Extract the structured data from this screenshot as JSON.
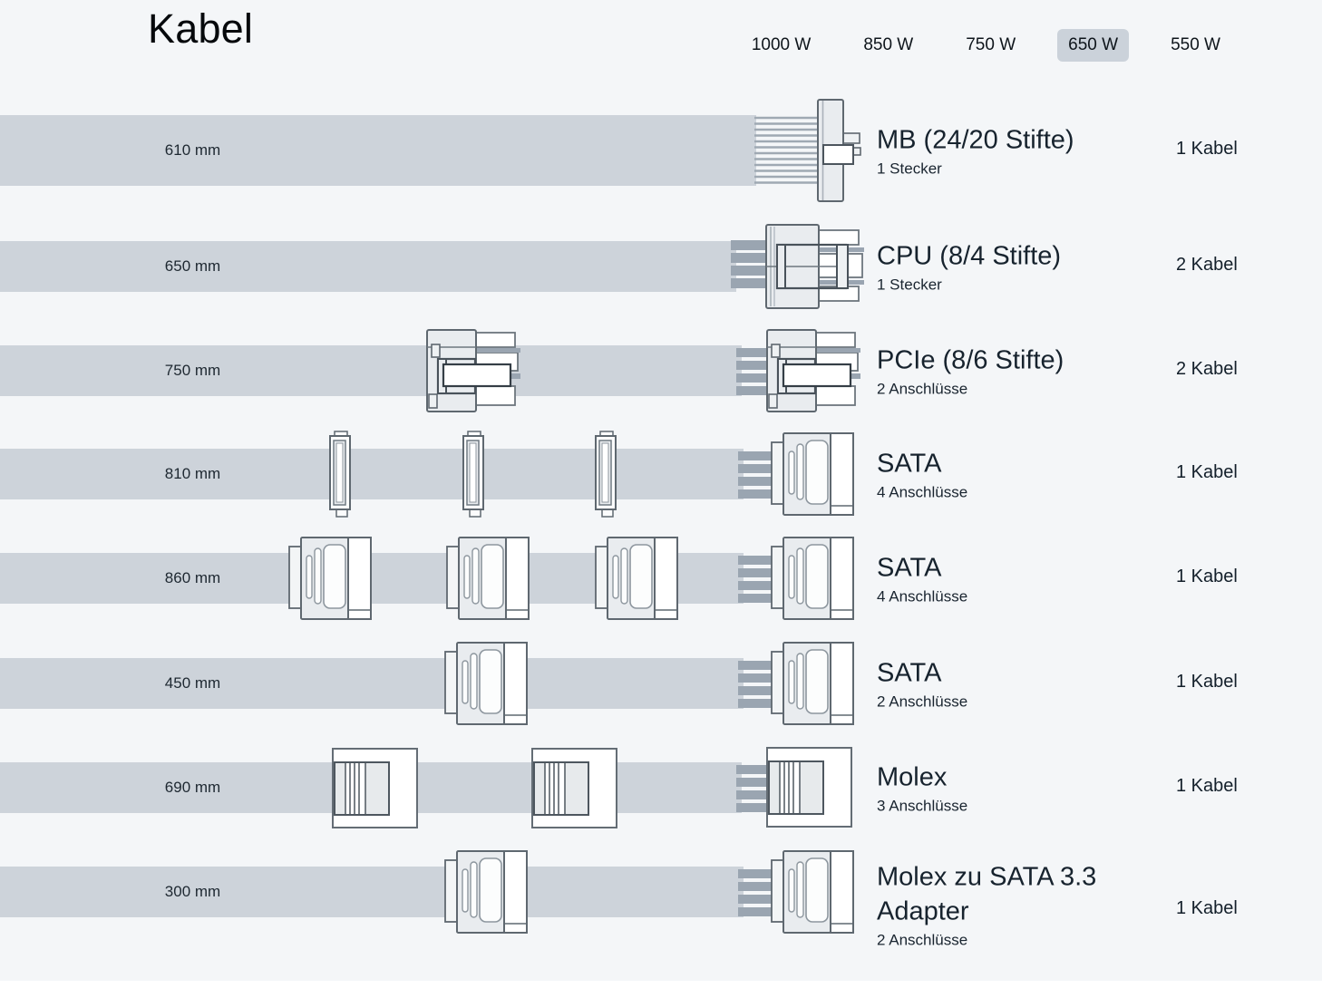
{
  "header": {
    "title": "Kabel",
    "watt_tabs": [
      {
        "label": "1000 W",
        "selected": false
      },
      {
        "label": "850 W",
        "selected": false
      },
      {
        "label": "750 W",
        "selected": false
      },
      {
        "label": "650 W",
        "selected": true
      },
      {
        "label": "550 W",
        "selected": false
      }
    ]
  },
  "rows": [
    {
      "length_label": "610 mm",
      "name": "MB (24/20 Stifte)",
      "connector_info": "1 Stecker",
      "cable_count": "1 Kabel",
      "connector": "atx-24pin",
      "mid_connectors": 0
    },
    {
      "length_label": "650 mm",
      "name": "CPU (8/4 Stifte)",
      "connector_info": "1 Stecker",
      "cable_count": "2 Kabel",
      "connector": "eps-cpu",
      "mid_connectors": 0
    },
    {
      "length_label": "750 mm",
      "name": "PCIe (8/6 Stifte)",
      "connector_info": "2 Anschlüsse",
      "cable_count": "2 Kabel",
      "connector": "pcie",
      "mid_connectors": 1
    },
    {
      "length_label": "810 mm",
      "name": "SATA",
      "connector_info": "4 Anschlüsse",
      "cable_count": "1 Kabel",
      "connector": "sata",
      "mid_connectors": 3
    },
    {
      "length_label": "860 mm",
      "name": "SATA",
      "connector_info": "4 Anschlüsse",
      "cable_count": "1 Kabel",
      "connector": "sata",
      "mid_connectors": 3
    },
    {
      "length_label": "450 mm",
      "name": "SATA",
      "connector_info": "2 Anschlüsse",
      "cable_count": "1 Kabel",
      "connector": "sata",
      "mid_connectors": 1
    },
    {
      "length_label": "690 mm",
      "name": "Molex",
      "connector_info": "3 Anschlüsse",
      "cable_count": "1 Kabel",
      "connector": "molex",
      "mid_connectors": 2
    },
    {
      "length_label": "300 mm",
      "name": "Molex zu SATA 3.3 Adapter",
      "connector_info": "2 Anschlüsse",
      "cable_count": "1 Kabel",
      "connector": "sata",
      "mid_connectors": 1
    }
  ],
  "colors": {
    "background": "#f4f6f8",
    "cable_band": "#cdd3da",
    "wire_stripe": "#9aa5b1",
    "connector_fill": "#e9ecef",
    "connector_stroke": "#5f6870",
    "text": "#17232e",
    "tab_selected_bg": "#cbd2da"
  }
}
